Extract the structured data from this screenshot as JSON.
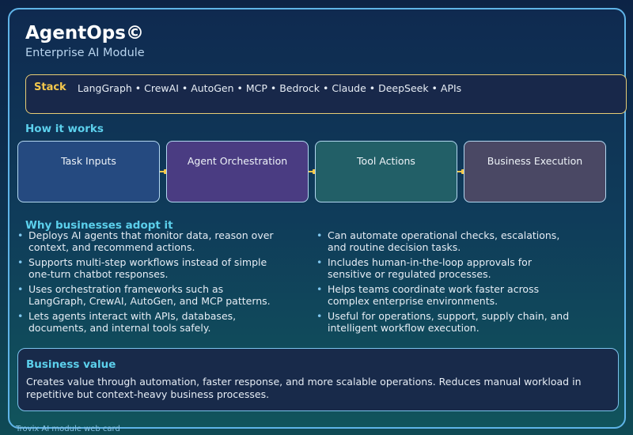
{
  "header": {
    "title": "AgentOps©",
    "subtitle": "Enterprise AI Module"
  },
  "stack": {
    "label": "Stack",
    "items": "LangGraph • CrewAI • AutoGen • MCP • Bedrock • Claude • DeepSeek • APIs"
  },
  "how_it_works": {
    "title": "How it works",
    "steps": [
      {
        "label": "Task Inputs",
        "color": "#254a80"
      },
      {
        "label": "Agent Orchestration",
        "color": "#4a3c82"
      },
      {
        "label": "Tool Actions",
        "color": "#225f67"
      },
      {
        "label": "Business Execution",
        "color": "#4a4864"
      }
    ]
  },
  "why_adopt": {
    "title": "Why businesses adopt it",
    "bullet_glyph": "•",
    "left": [
      {
        "line1": "Deploys AI agents that monitor data, reason over",
        "line2": "context, and recommend actions."
      },
      {
        "line1": "Supports multi-step workflows instead of simple",
        "line2": "one-turn chatbot responses."
      },
      {
        "line1": "Uses orchestration frameworks such as",
        "line2": "LangGraph, CrewAI, AutoGen, and MCP patterns."
      },
      {
        "line1": "Lets agents interact with APIs, databases,",
        "line2": "documents, and internal tools safely."
      }
    ],
    "right": [
      {
        "line1": "Can automate operational checks, escalations,",
        "line2": "and routine decision tasks."
      },
      {
        "line1": "Includes human-in-the-loop approvals for",
        "line2": "sensitive or regulated processes."
      },
      {
        "line1": "Helps teams coordinate work faster across",
        "line2": "complex enterprise environments."
      },
      {
        "line1": "Useful for operations, support, supply chain, and",
        "line2": "intelligent workflow execution."
      }
    ]
  },
  "business_value": {
    "title": "Business value",
    "line1": "Creates value through automation, faster response, and more scalable operations. Reduces manual workload in",
    "line2": "repetitive but context-heavy business processes."
  },
  "footer": {
    "text": "Trovix AI module web card"
  },
  "colors": {
    "accent": "#5cd0ec",
    "stack_label": "#f5c84c",
    "card_border": "#5fb4e8"
  }
}
